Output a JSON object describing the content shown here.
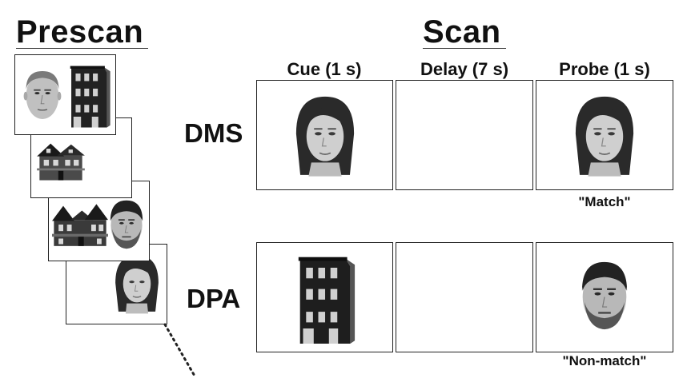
{
  "headings": {
    "prescan": "Prescan",
    "scan": "Scan"
  },
  "columns": [
    "Cue (1 s)",
    "Delay (7 s)",
    "Probe (1 s)"
  ],
  "rows": [
    {
      "label": "DMS",
      "response": "\"Match\""
    },
    {
      "label": "DPA",
      "response": "\"Non-match\""
    }
  ],
  "prescan_cards": [
    {
      "images": [
        "male-face-image",
        "townhouse-image"
      ]
    },
    {
      "images": [
        "victorian-house-image"
      ]
    },
    {
      "images": [
        "victorian-house-image",
        "male-face-image"
      ]
    },
    {
      "images": [
        "female-face-image"
      ]
    }
  ]
}
